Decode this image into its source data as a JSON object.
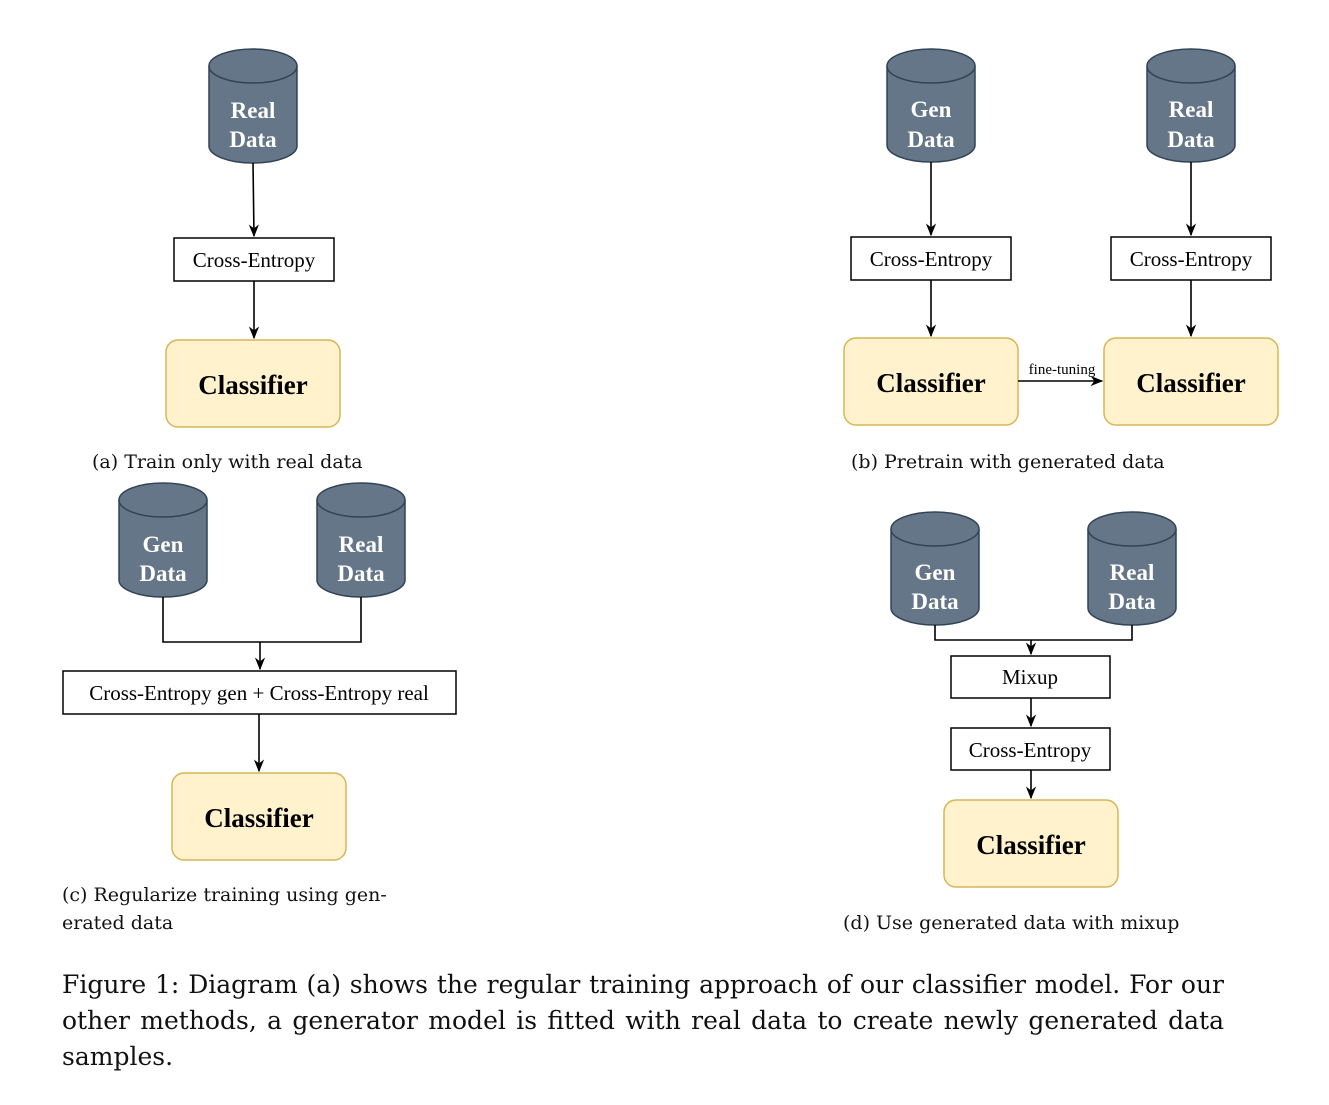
{
  "diagram_a": {
    "db_real_line1": "Real",
    "db_real_line2": "Data",
    "loss": "Cross-Entropy",
    "classifier": "Classifier",
    "caption": "(a) Train only with real data"
  },
  "diagram_b": {
    "db_gen_line1": "Gen",
    "db_gen_line2": "Data",
    "db_real_line1": "Real",
    "db_real_line2": "Data",
    "loss_left": "Cross-Entropy",
    "loss_right": "Cross-Entropy",
    "classifier_left": "Classifier",
    "classifier_right": "Classifier",
    "edge_label": "fine-tuning",
    "caption": "(b) Pretrain with generated data"
  },
  "diagram_c": {
    "db_gen_line1": "Gen",
    "db_gen_line2": "Data",
    "db_real_line1": "Real",
    "db_real_line2": "Data",
    "loss": "Cross-Entropy gen + Cross-Entropy real",
    "classifier": "Classifier",
    "caption_line1": "(c) Regularize training using gen-",
    "caption_line2": "erated data"
  },
  "diagram_d": {
    "db_gen_line1": "Gen",
    "db_gen_line2": "Data",
    "db_real_line1": "Real",
    "db_real_line2": "Data",
    "mixup": "Mixup",
    "loss": "Cross-Entropy",
    "classifier": "Classifier",
    "caption": "(d) Use generated data with mixup"
  },
  "figure_caption": "Figure 1: Diagram (a) shows the regular training approach of our classifier model. For our other methods, a generator model is fitted with real data to create newly generated data samples.",
  "colors": {
    "database_fill": "#647687",
    "database_stroke": "#314354",
    "classifier_fill": "#fff2cc",
    "classifier_stroke": "#d6b656"
  }
}
